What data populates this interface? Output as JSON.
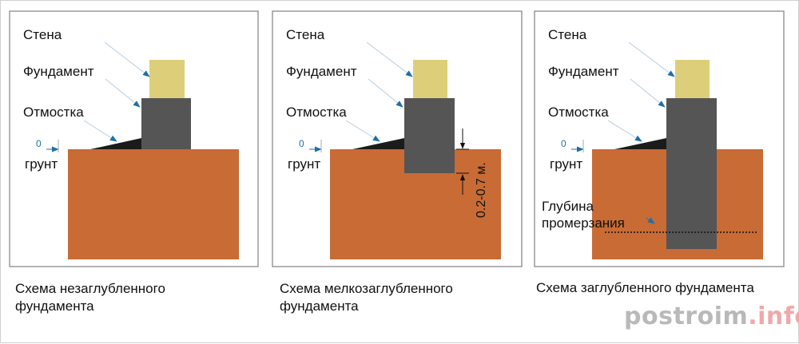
{
  "labels": {
    "wall": "Стена",
    "foundation": "Фундамент",
    "blind_area": "Отмостка",
    "ground": "грунт",
    "zero": "0",
    "depth_range": "0.2-0.7 м.",
    "freeze_line_1": "Глубина",
    "freeze_line_2": "промерзания"
  },
  "captions": [
    {
      "line1": "Схема незаглубленного",
      "line2": "фундамента"
    },
    {
      "line1": "Схема мелкозаглубленного",
      "line2": "фундамента"
    },
    {
      "line1": "Схема заглубленного фундамента",
      "line2": ""
    }
  ],
  "watermark": {
    "name": "postroim",
    "tld": ".info"
  },
  "colors": {
    "soil": "#c86b35",
    "wall": "#ddcf7a",
    "foundation": "#555555",
    "blind_area": "#1b1b1b",
    "pointer": "#1f6fa8"
  }
}
